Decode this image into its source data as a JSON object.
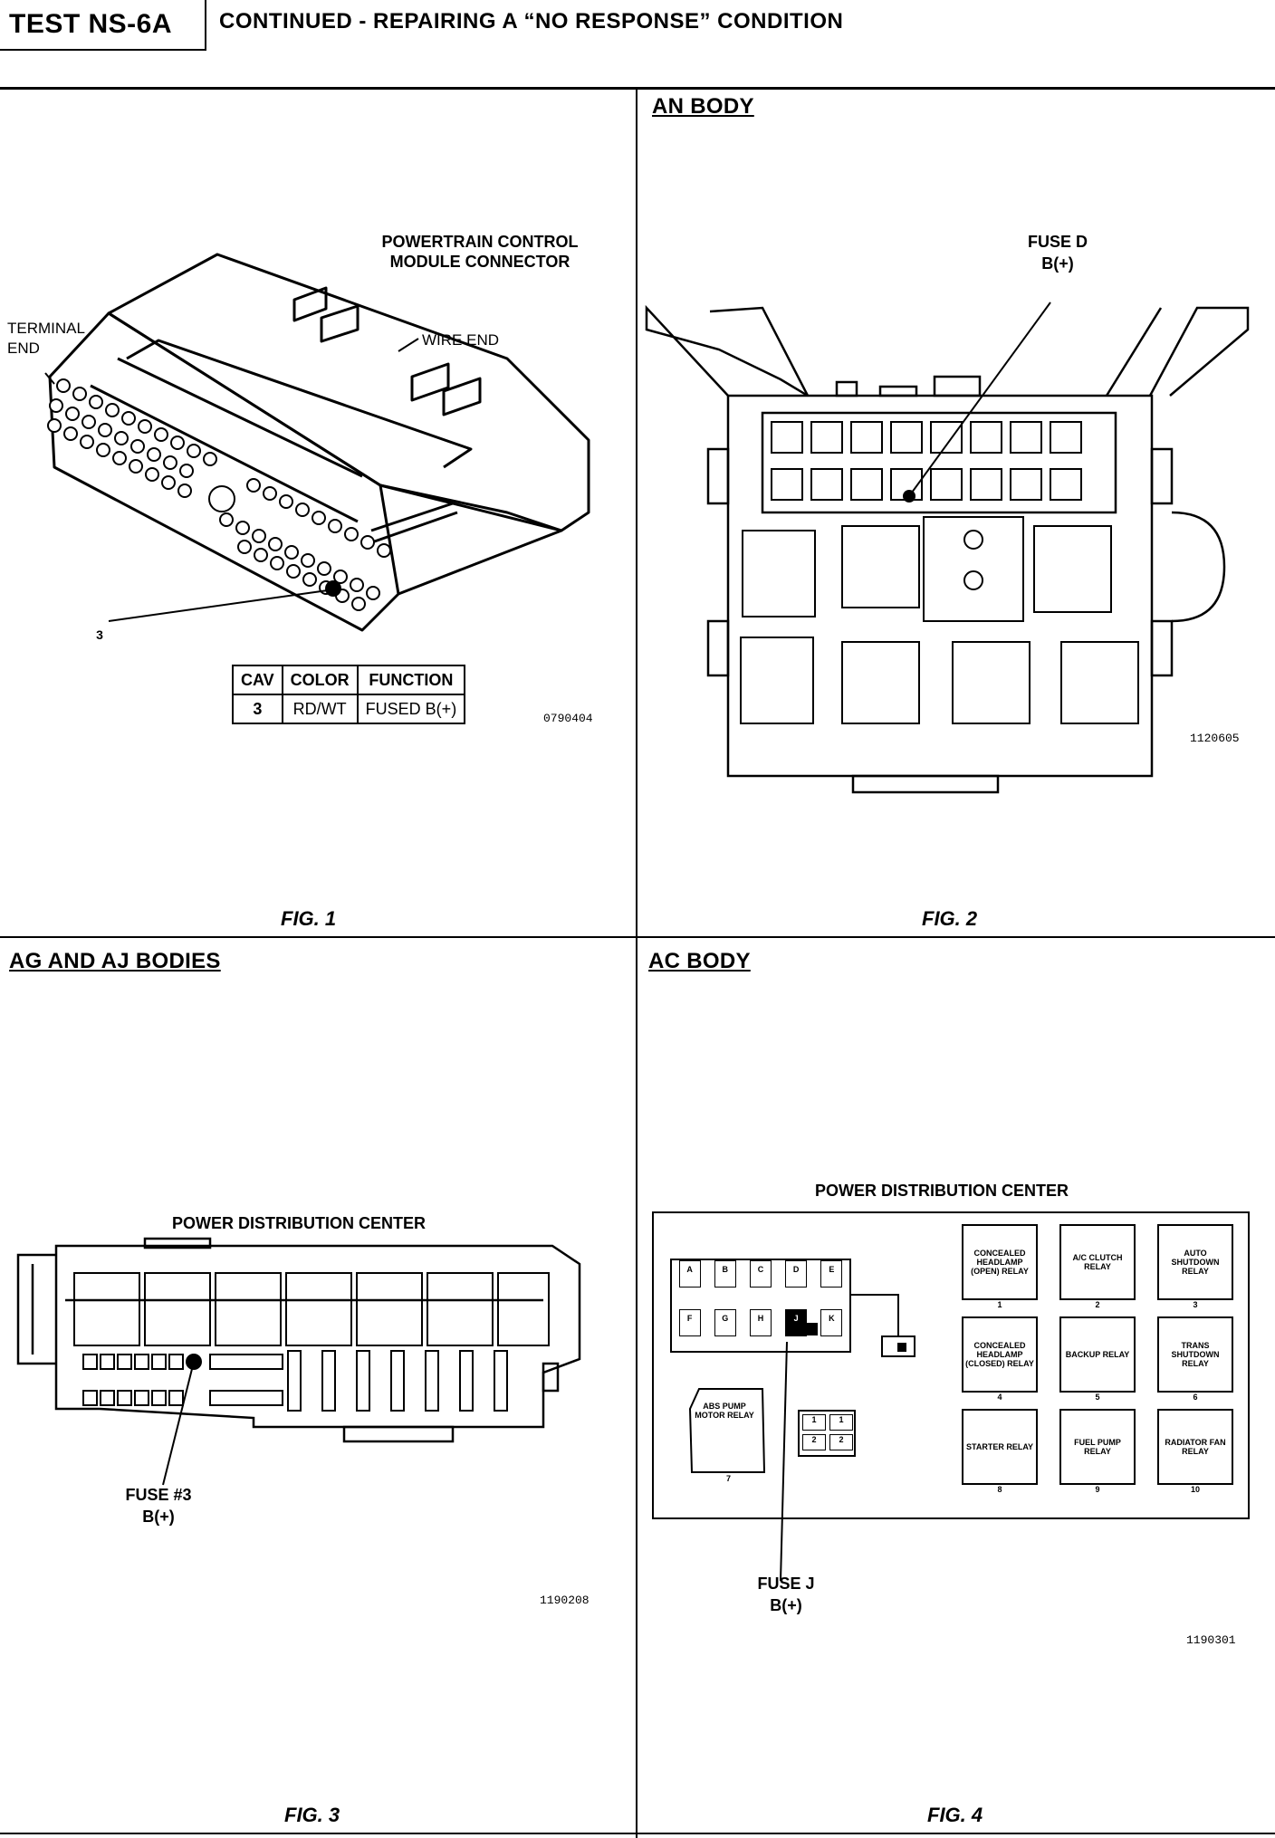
{
  "header": {
    "test_id": "TEST NS-6A",
    "title": "CONTINUED - REPAIRING A “NO RESPONSE” CONDITION"
  },
  "fig1": {
    "caption": "FIG. 1",
    "connector_label": "POWERTRAIN CONTROL MODULE CONNECTOR",
    "terminal_end": "TERMINAL END",
    "wire_end": "WIRE END",
    "pointer_label": "3",
    "table": {
      "headers": [
        "CAV",
        "COLOR",
        "FUNCTION"
      ],
      "rows": [
        [
          "3",
          "RD/WT",
          "FUSED B(+)"
        ]
      ]
    },
    "ref_number": "0790404"
  },
  "fig2": {
    "section": "AN BODY",
    "caption": "FIG. 2",
    "fuse_label": "FUSE D",
    "fuse_sub": "B(+)",
    "ref_number": "1120605"
  },
  "fig3": {
    "section": "AG AND AJ BODIES",
    "caption": "FIG. 3",
    "pdc_title": "POWER DISTRIBUTION CENTER",
    "fuse_label": "FUSE #3",
    "fuse_sub": "B(+)",
    "ref_number": "1190208"
  },
  "fig4": {
    "section": "AC BODY",
    "caption": "FIG. 4",
    "pdc_title": "POWER DISTRIBUTION CENTER",
    "fuse_label": "FUSE J",
    "fuse_sub": "B(+)",
    "ref_number": "1190301",
    "fuse_letters_top": [
      "A",
      "B",
      "C",
      "D",
      "E"
    ],
    "fuse_letters_bottom": [
      "F",
      "G",
      "H",
      "J",
      "K"
    ],
    "abs_relay": "ABS PUMP MOTOR RELAY",
    "abs_num": "7",
    "relays": [
      {
        "label": "CONCEALED HEADLAMP (OPEN) RELAY",
        "num": "1"
      },
      {
        "label": "A/C CLUTCH RELAY",
        "num": "2"
      },
      {
        "label": "AUTO SHUTDOWN RELAY",
        "num": "3"
      },
      {
        "label": "CONCEALED HEADLAMP (CLOSED) RELAY",
        "num": "4"
      },
      {
        "label": "BACKUP RELAY",
        "num": "5"
      },
      {
        "label": "TRANS SHUTDOWN RELAY",
        "num": "6"
      },
      {
        "label": "STARTER RELAY",
        "num": "8"
      },
      {
        "label": "FUEL PUMP RELAY",
        "num": "9"
      },
      {
        "label": "RADIATOR FAN RELAY",
        "num": "10"
      }
    ],
    "small_grid": [
      "1",
      "1",
      "2",
      "2"
    ]
  }
}
